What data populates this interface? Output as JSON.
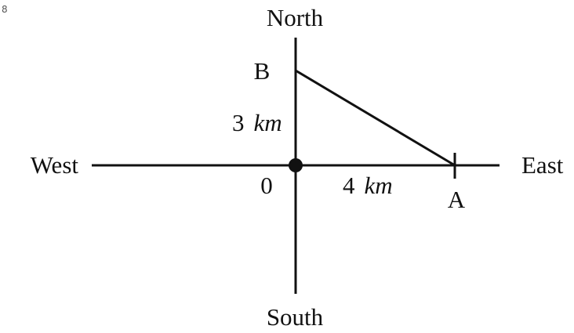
{
  "compass": {
    "north": "North",
    "south": "South",
    "west": "West",
    "east": "East"
  },
  "points": {
    "origin": "0",
    "a": "A",
    "b": "B"
  },
  "distances": {
    "north_value": "3",
    "north_unit": "km",
    "east_value": "4",
    "east_unit": "km"
  },
  "colors": {
    "ink": "#111111",
    "background": "#ffffff"
  }
}
